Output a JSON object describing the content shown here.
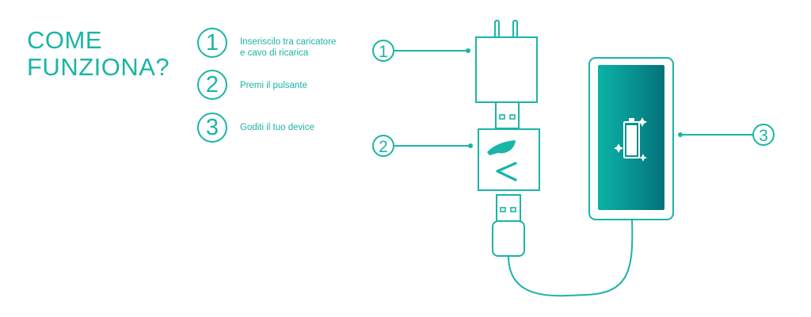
{
  "title": {
    "line1": "COME",
    "line2": "FUNZIONA?"
  },
  "steps": [
    {
      "number": "1",
      "line1": "Inseriscilo tra caricatore",
      "line2": "e cavo di ricarica"
    },
    {
      "number": "2",
      "line1": "Premi il pulsante",
      "line2": ""
    },
    {
      "number": "3",
      "line1": "Goditi il tuo device",
      "line2": ""
    }
  ],
  "callouts": {
    "charger": "1",
    "device": "2",
    "phone": "3"
  },
  "colors": {
    "accent": "#19b5a6",
    "screen_start": "#0bb3a7",
    "screen_end": "#05727a",
    "white": "#ffffff"
  },
  "icons": [
    "power-plug-icon",
    "leaf-logo-icon",
    "chevron-left-icon",
    "battery-icon",
    "sparkle-icon"
  ]
}
